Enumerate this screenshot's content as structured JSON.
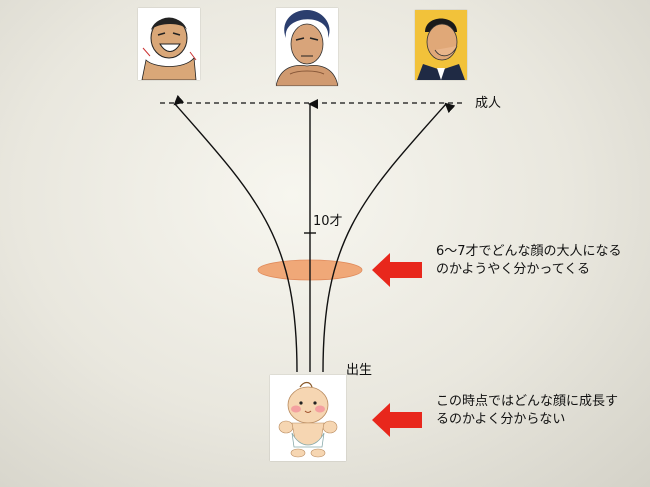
{
  "labels": {
    "adult": "成人",
    "age10": "10才",
    "birth": "出生"
  },
  "notes": {
    "upper": "6～7才でどんな顔の大人になるのかようやく分かってくる",
    "lower": "この時点ではどんな顔に成長するのかよく分からない"
  },
  "colors": {
    "arrow": "#e8271c",
    "ellipse": "#f0a878",
    "lines": "#111111"
  }
}
